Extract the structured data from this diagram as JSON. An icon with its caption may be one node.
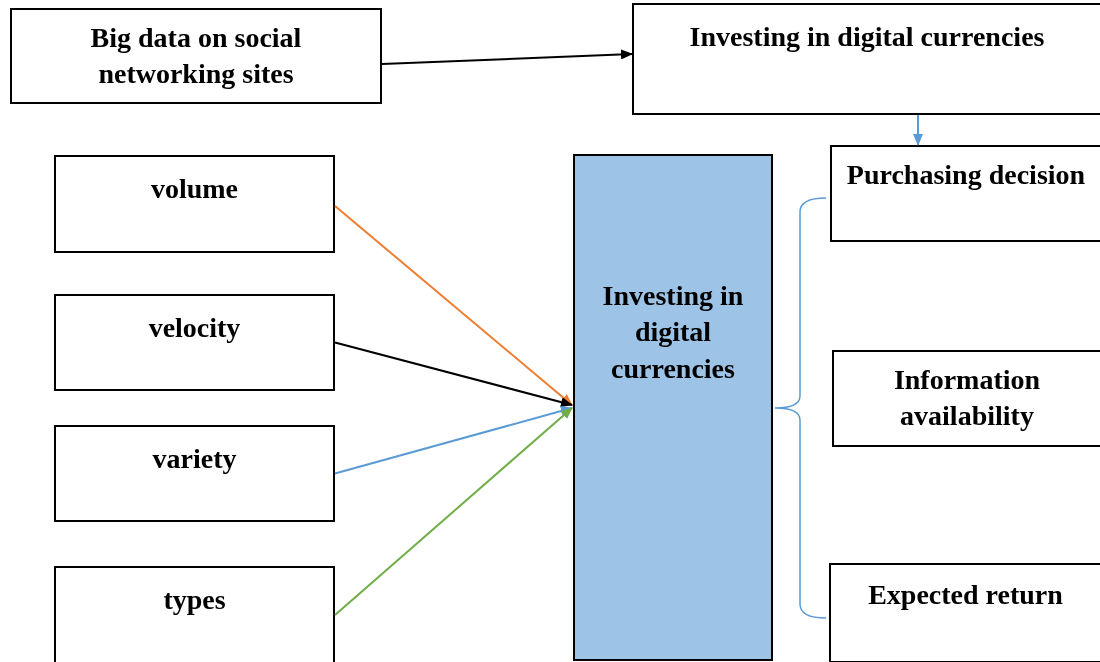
{
  "diagram": {
    "nodes": [
      {
        "text": [
          "Big data on social networking sites"
        ]
      },
      {
        "text": [
          "Investing in digital currencies"
        ]
      },
      {
        "text": [
          "volume"
        ]
      },
      {
        "text": [
          "velocity"
        ]
      },
      {
        "text": [
          "variety"
        ]
      },
      {
        "text": [
          "types"
        ]
      },
      {
        "text": [
          "Investing in digital currencies"
        ]
      },
      {
        "text": [
          "Purchasing decision"
        ]
      },
      {
        "text": [
          "Information availability"
        ]
      },
      {
        "text": [
          "Expected return"
        ]
      }
    ],
    "edges": [
      {
        "from": 0,
        "to": 1,
        "arrow": "to"
      },
      {
        "from": 1,
        "to": 7,
        "arrow": "to",
        "color": "#5b9bd5"
      },
      {
        "from": 2,
        "to": 6,
        "arrow": "to",
        "color": "#ed7d31"
      },
      {
        "from": 3,
        "to": 6,
        "arrow": "to"
      },
      {
        "from": 4,
        "to": 6,
        "arrow": "to",
        "color": "#5b9bd5"
      },
      {
        "from": 5,
        "to": 6,
        "arrow": "to",
        "color": "#70ad47"
      }
    ]
  }
}
